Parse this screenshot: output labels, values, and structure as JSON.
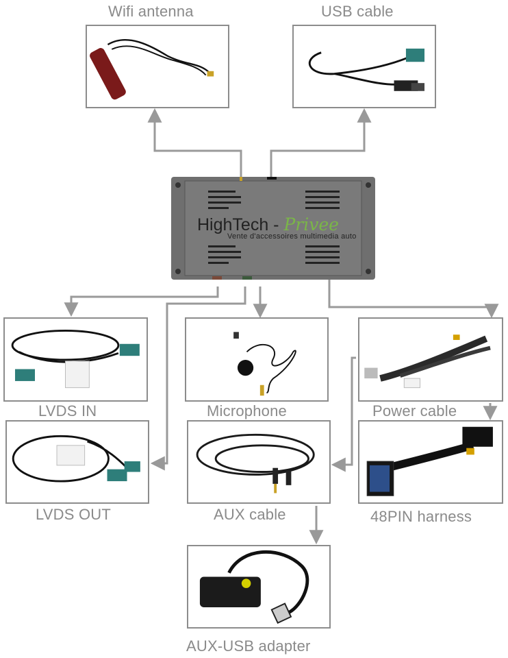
{
  "labels": {
    "wifi": "Wifi antenna",
    "usb": "USB cable",
    "lvds_in": "LVDS IN",
    "microphone": "Microphone",
    "power": "Power cable",
    "lvds_out": "LVDS OUT",
    "aux": "AUX cable",
    "harness": "48PIN harness",
    "aux_usb": "AUX-USB adapter"
  },
  "brand": {
    "name": "HighTech - ",
    "name_accent": "Privee",
    "tagline": "Vente d'accessoires multimedia auto"
  },
  "colors": {
    "connector_line": "#999999",
    "box_border": "#8c8c8c",
    "label_text": "#8a8a8a",
    "brand_accent": "#7ab648"
  }
}
